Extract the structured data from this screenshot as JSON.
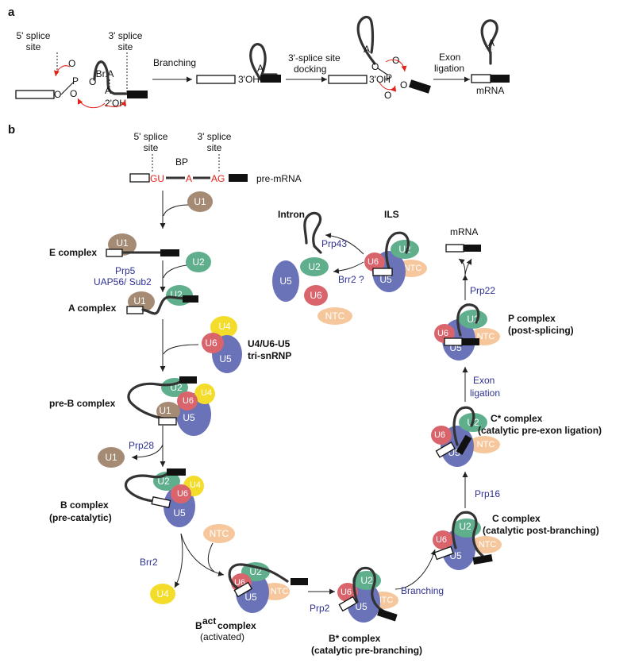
{
  "panels": {
    "a": "a",
    "b": "b"
  },
  "panel_a": {
    "five_ss": [
      "5' splice",
      "site"
    ],
    "three_ss": [
      "3' splice",
      "site"
    ],
    "bra": "Br.A",
    "oh2": "2'OH",
    "oh3": "3'OH",
    "step1": "Branching",
    "step2": [
      "3'-splice site",
      "docking"
    ],
    "step3": [
      "Exon",
      "ligation"
    ],
    "mrna": "mRNA",
    "atoms": {
      "O": "O",
      "P": "P",
      "A": "A"
    }
  },
  "premrna": {
    "five_ss": [
      "5' splice",
      "site"
    ],
    "three_ss": [
      "3' splice",
      "site"
    ],
    "bp": "BP",
    "gu": "GU",
    "a": "A",
    "ag": "AG",
    "label": "pre-mRNA"
  },
  "snrnp": {
    "u1": "U1",
    "u2": "U2",
    "u4": "U4",
    "u5": "U5",
    "u6": "U6",
    "ntc": "NTC"
  },
  "complexes": {
    "e": "E complex",
    "a": "A complex",
    "tri": [
      "U4/U6-U5",
      "tri-snRNP"
    ],
    "preb": "pre-B complex",
    "b": [
      "B complex",
      "(pre-catalytic)"
    ],
    "bact_b": "B",
    "bact_sup": "act",
    "bact_c": " complex",
    "bact_sub": "(activated)",
    "bstar": [
      "B* complex",
      "(catalytic pre-branching)"
    ],
    "c": [
      "C complex",
      "(catalytic post-branching)"
    ],
    "cstar": [
      "C* complex",
      "(catalytic pre-exon ligation)"
    ],
    "p": [
      "P complex",
      "(post-splicing)"
    ],
    "ils": "ILS",
    "intron": "Intron",
    "mrna": "mRNA"
  },
  "factors": {
    "prp5": "Prp5",
    "uap56": "UAP56/ Sub2",
    "prp28": "Prp28",
    "brr2": "Brr2",
    "prp2": "Prp2",
    "branching": "Branching",
    "prp16": "Prp16",
    "exon_lig": [
      "Exon",
      "ligation"
    ],
    "prp22": "Prp22",
    "prp43": "Prp43",
    "brr2q": "Brr2 ?"
  },
  "colors": {
    "u1": "#a58b74",
    "u2": "#5fae8c",
    "u4": "#f4dc2a",
    "u5": "#6b73b8",
    "u6": "#d9646c",
    "ntc": "#f6c79c",
    "factor_text": "#2e3192",
    "splice_red": "#e2231a"
  }
}
